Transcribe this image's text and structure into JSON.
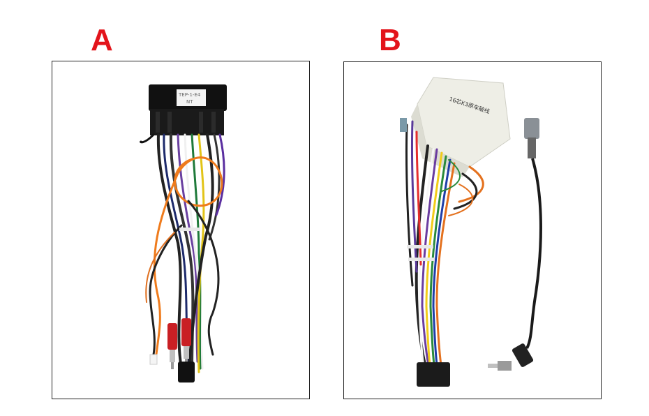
{
  "panels": [
    {
      "label": "A",
      "description_icon": "wire-harness-photo-a",
      "connector_label_lines": [
        "ΤΕΡ-1-Ε4",
        "ΝΤ"
      ]
    },
    {
      "label": "B",
      "description_icon": "wire-harness-photo-b",
      "connector_label_lines": [
        "16芯K3原车破线"
      ]
    }
  ],
  "colors": {
    "label": "#e3141b",
    "frame_border": "#222222"
  }
}
